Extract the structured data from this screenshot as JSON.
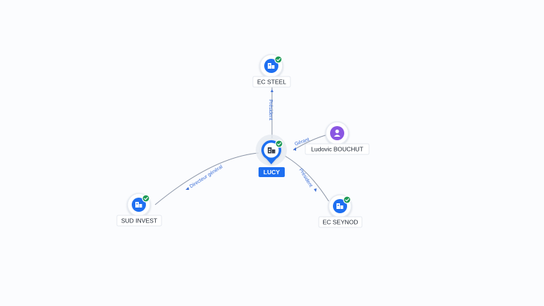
{
  "center": {
    "label": "LUCY",
    "icon": "building-icon",
    "verified": true
  },
  "nodes": [
    {
      "id": "ec_steel",
      "label": "EC STEEL",
      "type": "company",
      "icon": "building-icon",
      "verified": true
    },
    {
      "id": "ludovic",
      "label": "Ludovic BOUCHUT",
      "type": "person",
      "icon": "person-icon",
      "verified": false
    },
    {
      "id": "ec_seynod",
      "label": "EC SEYNOD",
      "type": "company",
      "icon": "building-icon",
      "verified": true
    },
    {
      "id": "sud_invest",
      "label": "SUD INVEST",
      "type": "company",
      "icon": "building-icon",
      "verified": true
    }
  ],
  "edges": [
    {
      "from": "center",
      "to": "ec_steel",
      "label": "Président"
    },
    {
      "from": "ludovic",
      "to": "center",
      "label": "Gérant"
    },
    {
      "from": "center",
      "to": "ec_seynod",
      "label": "Président"
    },
    {
      "from": "center",
      "to": "sud_invest",
      "label": "Directeur général"
    }
  ],
  "colors": {
    "company": "#1e6ff1",
    "person": "#8a56e2",
    "verified": "#1e9a57",
    "edge_label": "#3d6fd6"
  }
}
